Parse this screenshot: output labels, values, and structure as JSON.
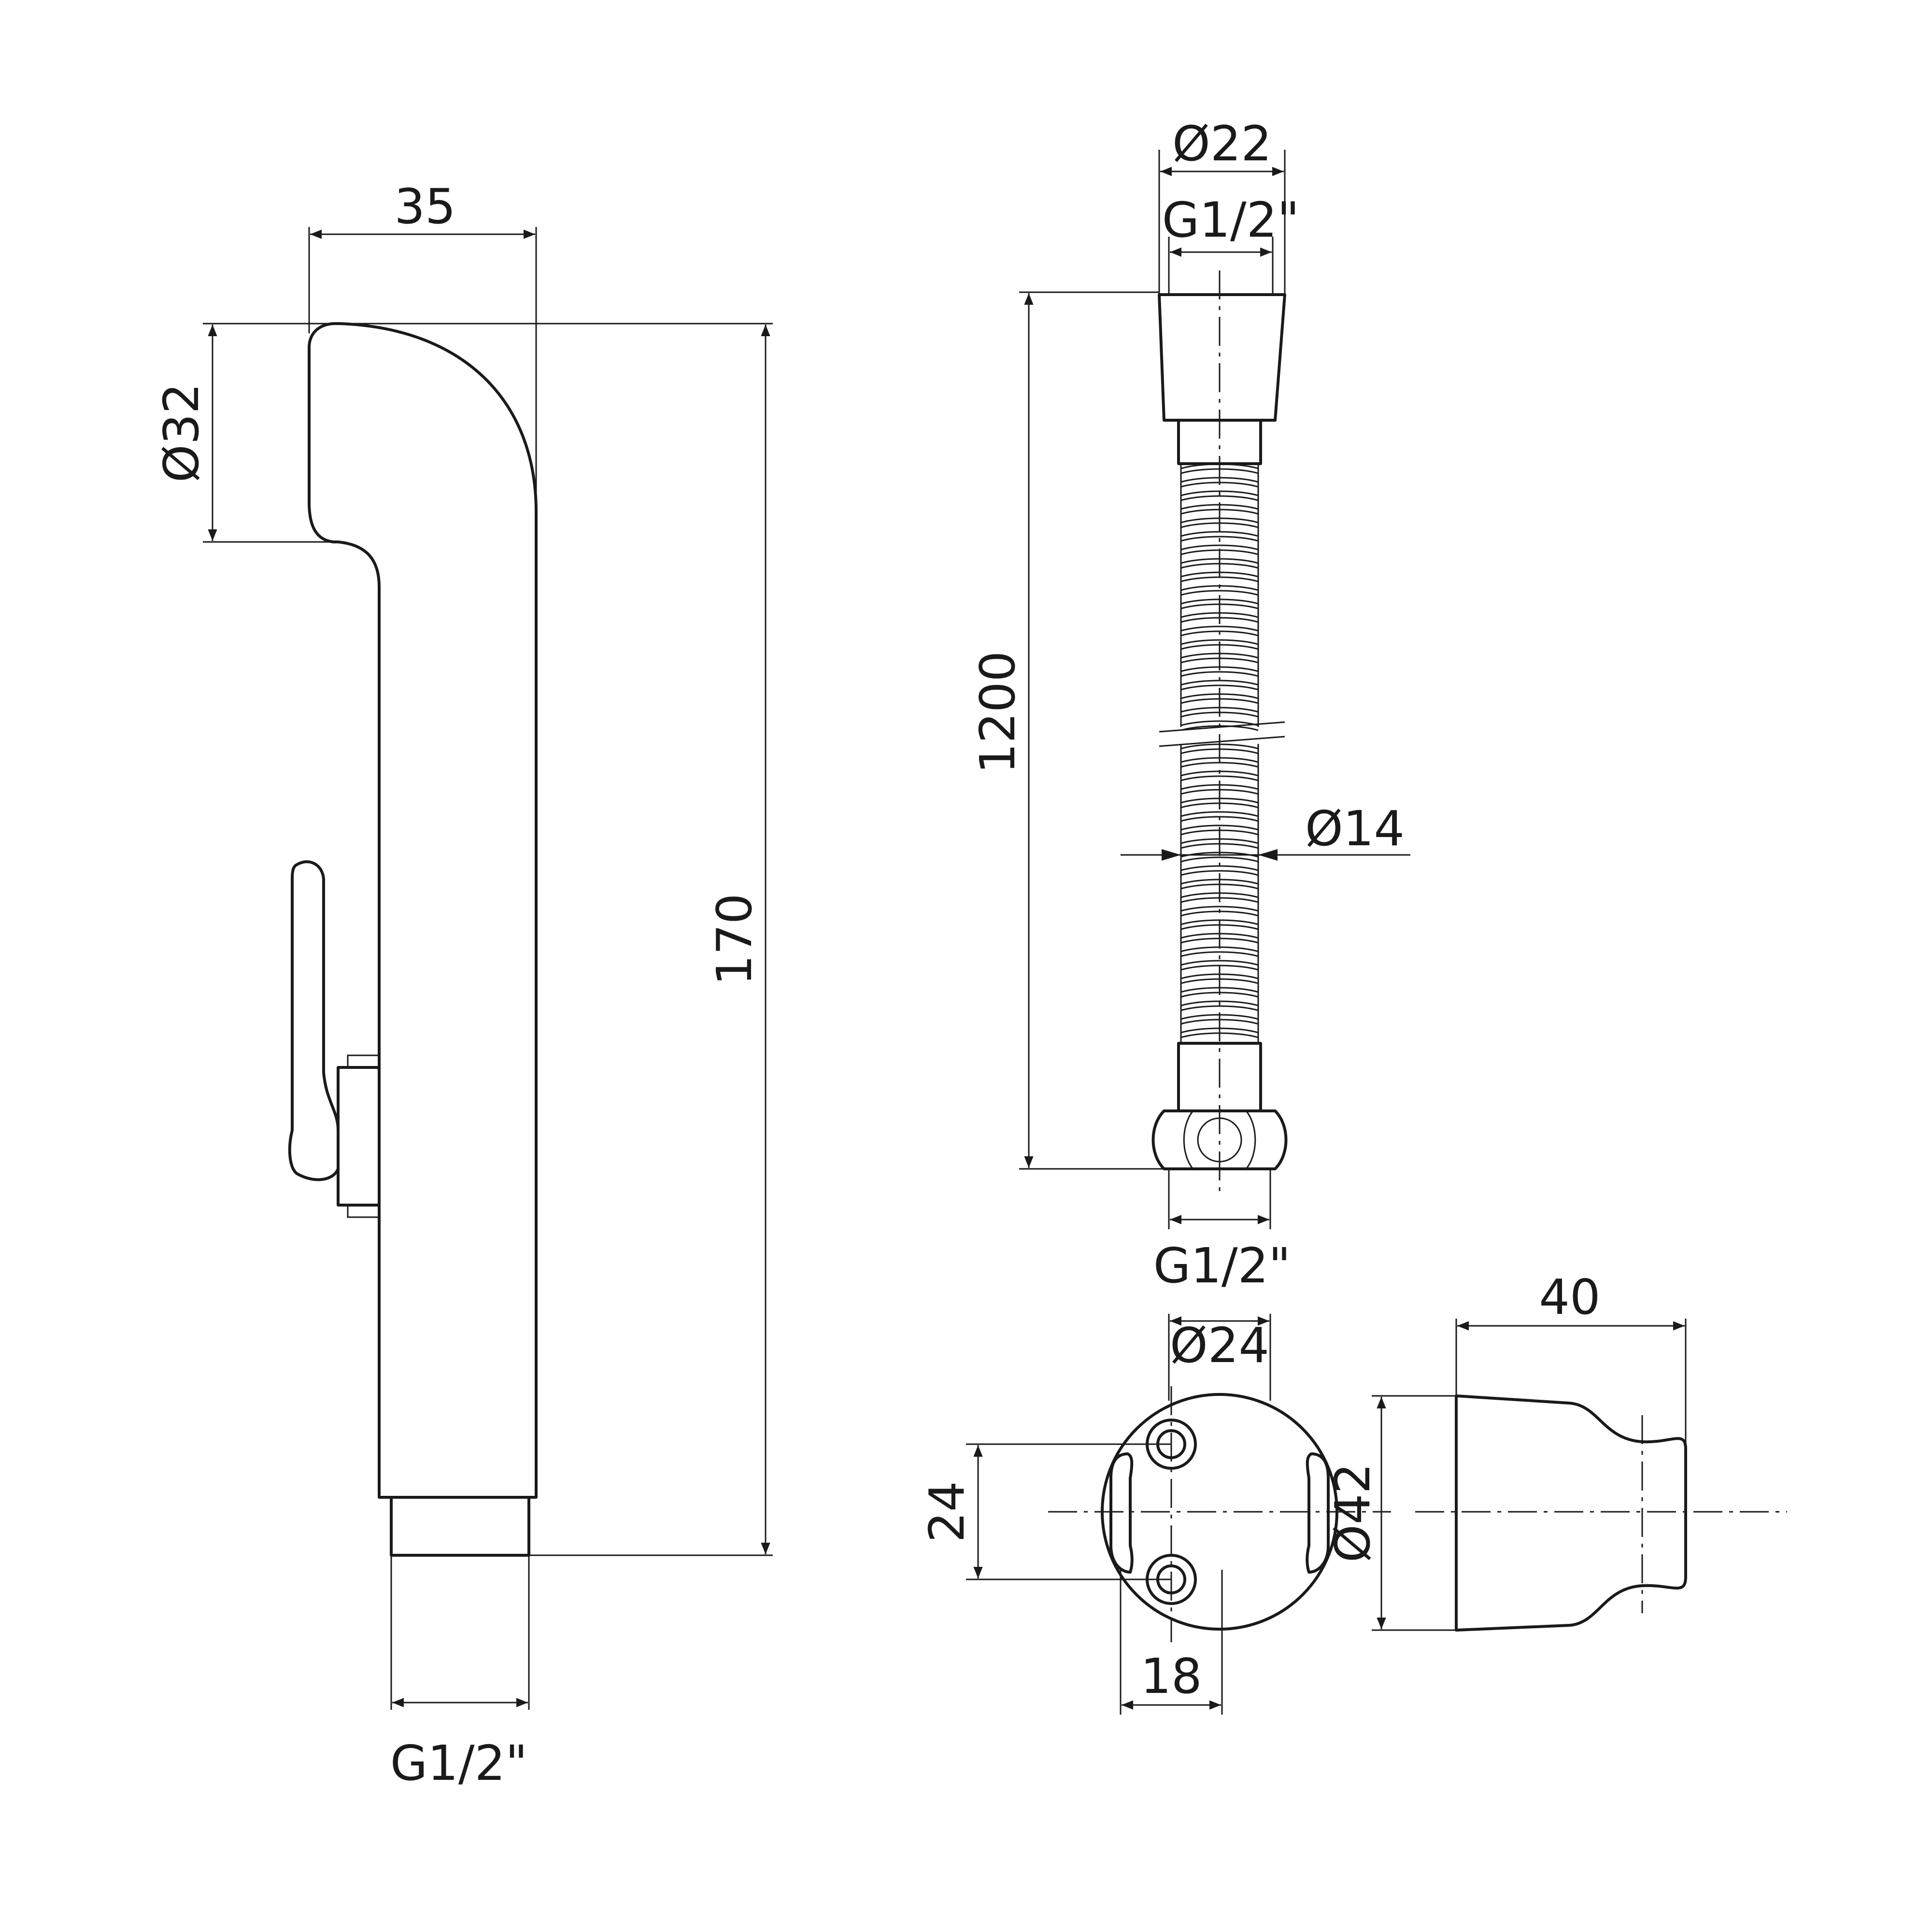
{
  "handshower": {
    "width_label": "35",
    "head_diameter_label": "Ø32",
    "length_label": "170",
    "thread_label": "G1/2\""
  },
  "hose": {
    "nut_diameter_label": "Ø22",
    "top_thread_label": "G1/2\"",
    "length_label": "1200",
    "hose_diameter_label": "Ø14",
    "bottom_thread_label": "G1/2\""
  },
  "holder": {
    "diameter_label": "Ø24",
    "hole_spacing_label": "24",
    "slot_spacing_label": "18",
    "depth_label": "40",
    "side_diameter_label": "Ø42"
  }
}
